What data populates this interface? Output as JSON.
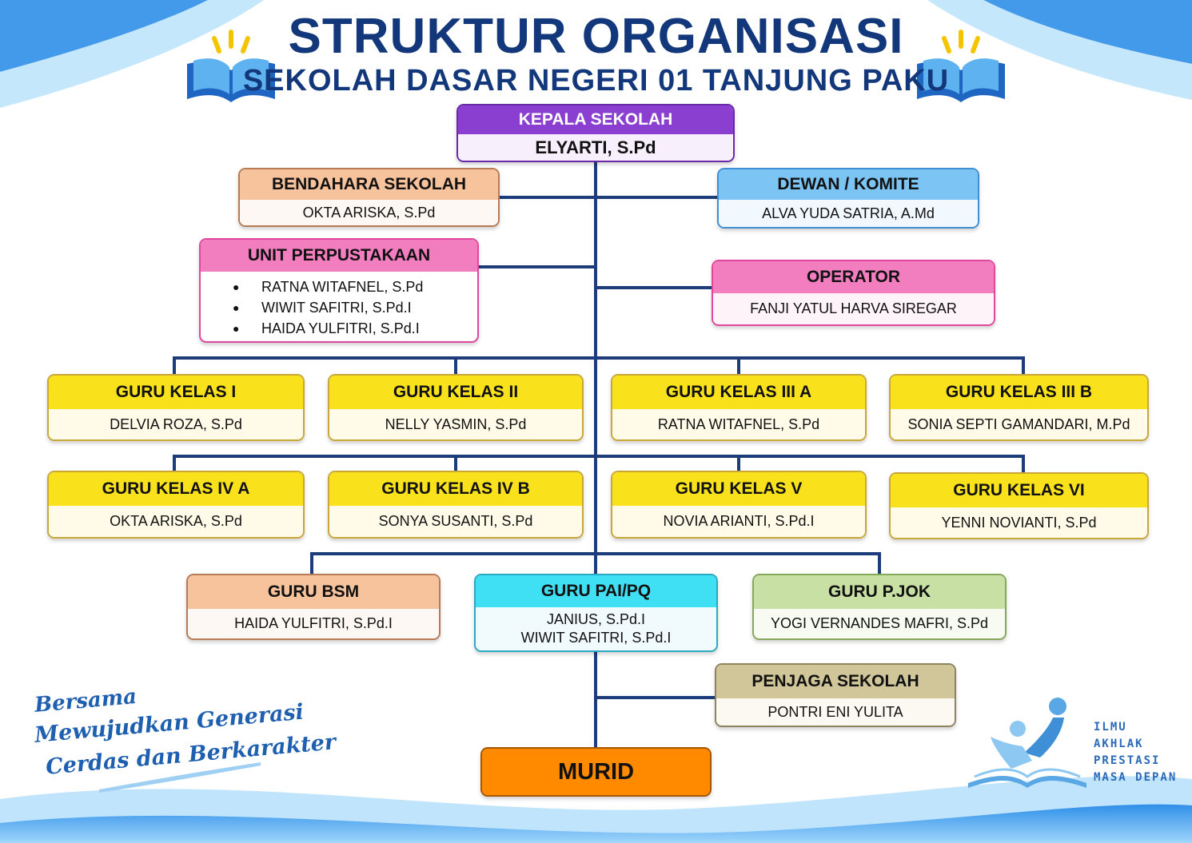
{
  "header": {
    "title": "STRUKTUR ORGANISASI",
    "subtitle": "SEKOLAH DASAR NEGERI 01 TANJUNG PAKU"
  },
  "colors": {
    "navy": "#12377a",
    "line": "#1c3d7a",
    "purple": "#8a3fd0",
    "peach": "#f6c39c",
    "sky": "#7cc4f4",
    "pink": "#f27ec0",
    "yellow": "#f9e21c",
    "cyan": "#3fe0f3",
    "green": "#c8e0a4",
    "khaki": "#d1c59a",
    "orange": "#ff8a00"
  },
  "nodes": {
    "kepala": {
      "title": "KEPALA SEKOLAH",
      "name": "ELYARTI, S.Pd"
    },
    "bendahara": {
      "title": "BENDAHARA SEKOLAH",
      "name": "OKTA ARISKA, S.Pd"
    },
    "komite": {
      "title": "DEWAN / KOMITE",
      "name": "ALVA YUDA SATRIA, A.Md"
    },
    "perpustakaan": {
      "title": "UNIT PERPUSTAKAAN",
      "members": [
        "RATNA WITAFNEL, S.Pd",
        "WIWIT SAFITRI, S.Pd.I",
        "HAIDA YULFITRI, S.Pd.I"
      ]
    },
    "operator": {
      "title": "OPERATOR",
      "name": "FANJI YATUL HARVA SIREGAR"
    },
    "guru_kelas": [
      {
        "title": "GURU KELAS I",
        "name": "DELVIA ROZA, S.Pd"
      },
      {
        "title": "GURU KELAS II",
        "name": "NELLY YASMIN, S.Pd"
      },
      {
        "title": "GURU KELAS III A",
        "name": "RATNA WITAFNEL, S.Pd"
      },
      {
        "title": "GURU KELAS III B",
        "name": "SONIA SEPTI GAMANDARI, M.Pd"
      },
      {
        "title": "GURU KELAS IV A",
        "name": "OKTA ARISKA, S.Pd"
      },
      {
        "title": "GURU KELAS IV B",
        "name": "SONYA SUSANTI, S.Pd"
      },
      {
        "title": "GURU KELAS V",
        "name": "NOVIA ARIANTI, S.Pd.I"
      },
      {
        "title": "GURU KELAS VI",
        "name": "YENNI NOVIANTI, S.Pd"
      }
    ],
    "bsm": {
      "title": "GURU BSM",
      "name": "HAIDA YULFITRI, S.Pd.I"
    },
    "pai": {
      "title": "GURU PAI/PQ",
      "names": [
        "JANIUS, S.Pd.I",
        "WIWIT SAFITRI, S.Pd.I"
      ]
    },
    "pjok": {
      "title": "GURU P.JOK",
      "name": "YOGI VERNANDES MAFRI, S.Pd"
    },
    "penjaga": {
      "title": "PENJAGA SEKOLAH",
      "name": "PONTRI ENI YULITA"
    },
    "murid": {
      "title": "MURID"
    }
  },
  "slogan": {
    "line1": "Bersama",
    "line2": "Mewujudkan Generasi",
    "line3": "Cerdas dan Berkarakter"
  },
  "logo": {
    "words": [
      "ILMU",
      "AKHLAK",
      "PRESTASI",
      "MASA DEPAN"
    ]
  },
  "icons": {
    "header_left": "open-book-icon",
    "header_right": "open-book-icon",
    "logo": "people-on-book-logo"
  }
}
